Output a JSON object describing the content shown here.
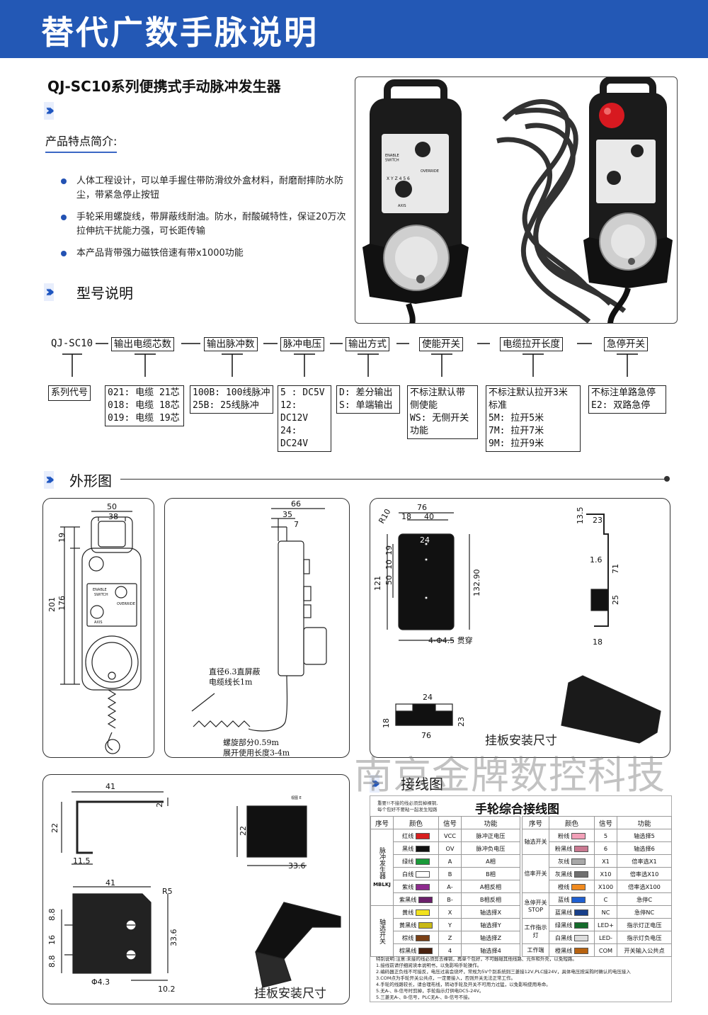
{
  "header": {
    "title": "替代广数手脉说明"
  },
  "subtitle": "QJ-SC10系列便携式手动脉冲发生器",
  "features": {
    "title": "产品特点简介:",
    "items": [
      "人体工程设计，可以单手握住带防滑纹外盒材料，耐磨耐摔防水防尘，带紧急停止按钮",
      "手轮采用螺旋线，带屏蔽线耐油。防水，耐酸碱特性，保证20万次拉伸抗干扰能力强，可长距传输",
      "本产品背带强力磁铁倍速有带x1000功能"
    ]
  },
  "photo_labels": {
    "enable": "ENABLE\nSWITCH",
    "override": "OVERRIDE",
    "axis": "AXIS",
    "axes": "X Y Z 4 5 6"
  },
  "model": {
    "section_title": "型号说明",
    "prefix": "QJ-SC10",
    "fields": [
      "输出电缆芯数",
      "输出脉冲数",
      "脉冲电压",
      "输出方式",
      "使能开关",
      "电缆拉开长度",
      "急停开关"
    ],
    "series_label": "系列代号",
    "options": [
      "021: 电缆 21芯\n018: 电缆 18芯\n019: 电缆 19芯",
      "100B: 100线脉冲\n25B: 25线脉冲",
      "5 : DC5V\n12: DC12V\n24: DC24V",
      "D: 差分输出\nS: 单端输出",
      "不标注默认带\n侧使能\nWS: 无侧开关\n功能",
      "不标注默认拉开3米\n标准\n5M: 拉开5米\n7M: 拉开7米\n9M: 拉开9米",
      "不标注单路急停\nE2: 双路急停"
    ]
  },
  "outline": {
    "section_title": "外形图",
    "front_dims": [
      "50",
      "38",
      "19",
      "201",
      "176"
    ],
    "front_labels": [
      "ENABLE",
      "SWITCH",
      "OVERRIDE",
      "AXIS"
    ],
    "side_dims": [
      "66",
      "35",
      "7"
    ],
    "side_note1": "直径6.3直屏蔽\n电缆线长1m",
    "side_note2": "螺旋部分0.59m\n展开使用长度3-4m",
    "plate_dims": [
      "76",
      "R10",
      "18",
      "40",
      "24",
      "19",
      "10",
      "121",
      "50",
      "132.90",
      "13.5",
      "23",
      "1.6",
      "71",
      "25",
      "18",
      "24",
      "18",
      "76",
      "23"
    ],
    "plate_hole": "4-Φ4.5 贯穿",
    "plate_caption": "挂板安装尺寸",
    "bracket_dims": [
      "41",
      "2",
      "22",
      "11.5",
      "22",
      "33.6",
      "41",
      "R5",
      "8.8",
      "16",
      "8.8",
      "33.6",
      "Φ4.3",
      "10.2"
    ],
    "bracket_caption": "挂板安装尺寸",
    "tiny_label": "视图 E"
  },
  "watermark": "南京金牌数控科技",
  "wiring": {
    "section_title": "接线图",
    "warning": "重要!!不接的线必须剪掉裸铜,\n每个包好不要粘一起发生短路",
    "title": "手轮综合接线图",
    "headers": [
      "序号",
      "颜色",
      "信号",
      "功能"
    ],
    "group_left1": "脉冲发生器",
    "brand": "MBLKJ",
    "group_left2": "轴选开关",
    "left_rows": [
      {
        "color": "红线",
        "swatch": "#d81e1e",
        "signal": "VCC",
        "func": "脉冲正电压"
      },
      {
        "color": "黑线",
        "swatch": "#111111",
        "signal": "OV",
        "func": "脉冲负电压"
      },
      {
        "color": "绿线",
        "swatch": "#1a9b3a",
        "signal": "A",
        "func": "A相"
      },
      {
        "color": "白线",
        "swatch": "#ffffff",
        "signal": "B",
        "func": "B相"
      },
      {
        "color": "紫线",
        "swatch": "#8d2a8d",
        "signal": "A-",
        "func": "A相反相"
      },
      {
        "color": "紫黑线",
        "swatch": "#6a1f6a",
        "signal": "B-",
        "func": "B相反相"
      },
      {
        "color": "黄线",
        "swatch": "#f2e21c",
        "signal": "X",
        "func": "轴选择X"
      },
      {
        "color": "黄黑线",
        "swatch": "#c9b915",
        "signal": "Y",
        "func": "轴选择Y"
      },
      {
        "color": "棕线",
        "swatch": "#7a4016",
        "signal": "Z",
        "func": "轴选择Z"
      },
      {
        "color": "棕黑线",
        "swatch": "#4a2210",
        "signal": "4",
        "func": "轴选择4"
      }
    ],
    "right_groups": [
      "轴选开关",
      "倍率开关",
      "急停开关STOP",
      "工作指示灯",
      "工作端"
    ],
    "right_rows": [
      {
        "color": "粉线",
        "swatch": "#f2a0b8",
        "signal": "5",
        "func": "轴选择5"
      },
      {
        "color": "粉黑线",
        "swatch": "#c97890",
        "signal": "6",
        "func": "轴选择6"
      },
      {
        "color": "灰线",
        "swatch": "#a8a8a8",
        "signal": "X1",
        "func": "倍率选X1"
      },
      {
        "color": "灰黑线",
        "swatch": "#6f6f6f",
        "signal": "X10",
        "func": "倍率选X10"
      },
      {
        "color": "橙线",
        "swatch": "#f08a1e",
        "signal": "X100",
        "func": "倍率选X100"
      },
      {
        "color": "蓝线",
        "swatch": "#1f5fd0",
        "signal": "C",
        "func": "急停C"
      },
      {
        "color": "蓝黑线",
        "swatch": "#173f8a",
        "signal": "NC",
        "func": "急停NC"
      },
      {
        "color": "绿黑线",
        "swatch": "#146b2b",
        "signal": "LED+",
        "func": "指示灯正电压"
      },
      {
        "color": "白黑线",
        "swatch": "#dddddd",
        "signal": "LED-",
        "func": "指示灯负电压"
      },
      {
        "color": "橙黑线",
        "swatch": "#b86310",
        "signal": "COM",
        "func": "开关输入公共点"
      }
    ],
    "notes": [
      "特别说明:注意:未接的线必须剪去裸铜，再单个包好，不可触碰其他线路、元件和外壳，以免短路。",
      "1.接线前请仔细阅读本说明书，以免影响手轮操作。",
      "2.编码器正负线不可接反，电压过高会烧坏，常规为5V个别系统则三菱接12V,PLC接24V，具体电压按采购时确认的电压接入",
      "3.COM点为手轮开关公共点，一定要接入，否则开关无法正常工作。",
      "4.手轮的线路较长，请合理布线，转动手轮及开关不可用力过猛，以免影响使用寿命。",
      "5.无A-、B-信号时剪掉，手轮指示灯供电DC5-24V。",
      "5.三菱无A-、B-信号，PLC无A-、B-信号不接。"
    ]
  }
}
